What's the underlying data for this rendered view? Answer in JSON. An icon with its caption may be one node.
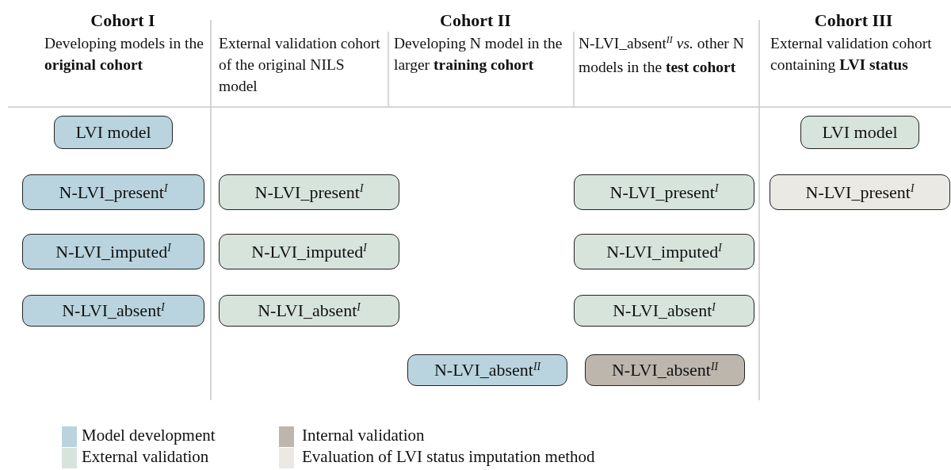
{
  "diagram": {
    "nodes": [
      {
        "text": [
          "LVI model"
        ]
      },
      {
        "text": [
          "N-LVI_present$^{I}$"
        ]
      },
      {
        "text": [
          "N-LVI_imputed$^{I}$"
        ]
      },
      {
        "text": [
          "N-LVI_absent$^{I}$"
        ]
      },
      {
        "text": [
          "N-LVI_present$^{I}$"
        ]
      },
      {
        "text": [
          "N-LVI_imputed$^{I}$"
        ]
      },
      {
        "text": [
          "N-LVI_absent$^{I}$"
        ]
      },
      {
        "text": [
          "N-LVI_absent$^{II}$"
        ]
      },
      {
        "text": [
          "N-LVI_present$^{I}$"
        ]
      },
      {
        "text": [
          "N-LVI_imputed$^{I}$"
        ]
      },
      {
        "text": [
          "N-LVI_absent$^{I}$"
        ]
      },
      {
        "text": [
          "N-LVI_absent$^{II}$"
        ]
      },
      {
        "text": [
          "LVI model"
        ]
      },
      {
        "text": [
          "N-LVI_present$^{I}$"
        ]
      }
    ],
    "labels": [
      "Cohort I",
      "Cohort II",
      "Cohort III",
      "Developing models in the **original cohort**",
      "External validation cohort of the original NILS model",
      "Developing N model in the larger **training cohort**",
      "N-LVI_absent$^{II}$ *vs.* other N models in the **test cohort**",
      "External validation cohort containing **LVI status**"
    ],
    "legend": [
      {
        "text": "Model development",
        "color": "#b9d4de"
      },
      {
        "text": "External validation",
        "color": "#d6e4dc"
      },
      {
        "text": "Internal validation",
        "color": "#bdb6ad"
      },
      {
        "text": "Evaluation of LVI status imputation method",
        "color": "#ebe9e3"
      }
    ]
  }
}
